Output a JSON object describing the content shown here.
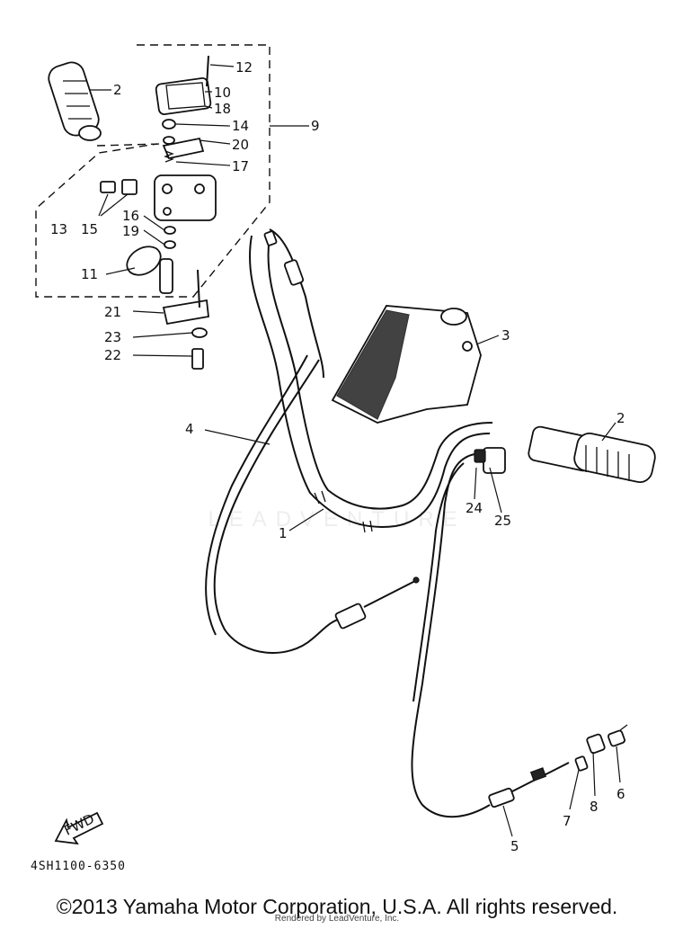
{
  "diagram": {
    "code": "4SH1100-6350",
    "fwd_label": "FWD",
    "watermark": "LEADVENTURE",
    "callouts": [
      {
        "id": "c12",
        "text": "12"
      },
      {
        "id": "c2a",
        "text": "2"
      },
      {
        "id": "c10",
        "text": "10"
      },
      {
        "id": "c18",
        "text": "18"
      },
      {
        "id": "c14",
        "text": "14"
      },
      {
        "id": "c9",
        "text": "9"
      },
      {
        "id": "c20",
        "text": "20"
      },
      {
        "id": "c17",
        "text": "17"
      },
      {
        "id": "c13",
        "text": "13"
      },
      {
        "id": "c15",
        "text": "15"
      },
      {
        "id": "c16",
        "text": "16"
      },
      {
        "id": "c19",
        "text": "19"
      },
      {
        "id": "c11",
        "text": "11"
      },
      {
        "id": "c21",
        "text": "21"
      },
      {
        "id": "c23",
        "text": "23"
      },
      {
        "id": "c22",
        "text": "22"
      },
      {
        "id": "c3",
        "text": "3"
      },
      {
        "id": "c4",
        "text": "4"
      },
      {
        "id": "c2b",
        "text": "2"
      },
      {
        "id": "c24",
        "text": "24"
      },
      {
        "id": "c25",
        "text": "25"
      },
      {
        "id": "c1",
        "text": "1"
      },
      {
        "id": "c7",
        "text": "7"
      },
      {
        "id": "c8",
        "text": "8"
      },
      {
        "id": "c6",
        "text": "6"
      },
      {
        "id": "c5",
        "text": "5"
      }
    ]
  },
  "footer": {
    "copyright": "©2013 Yamaha Motor Corporation, U.S.A. All rights reserved.",
    "rendered_by": "Rendered by LeadVenture, Inc."
  }
}
